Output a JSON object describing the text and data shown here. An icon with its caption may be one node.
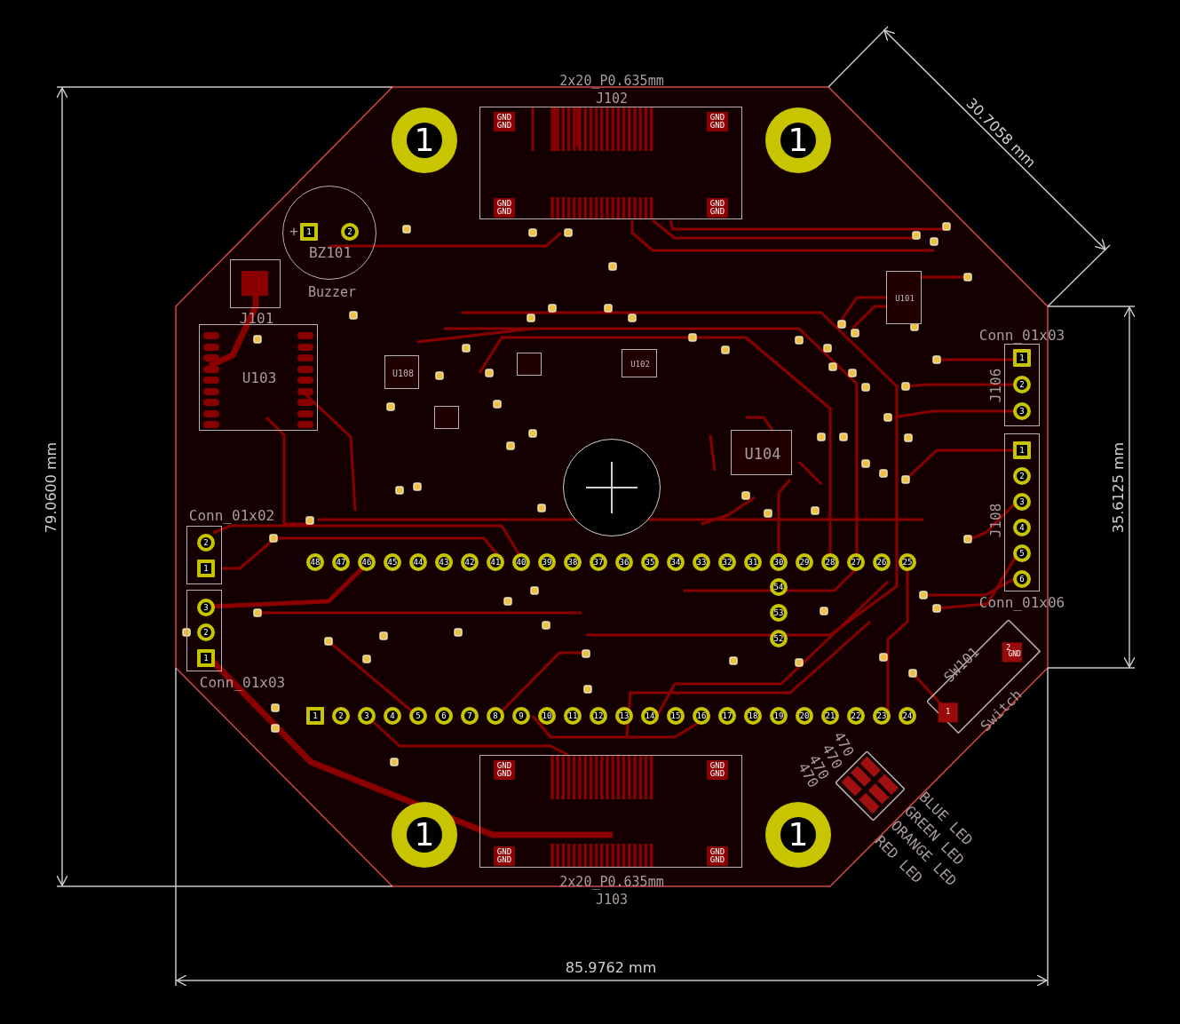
{
  "diagram": {
    "nodes": [
      {
        "text": [
          "2x20_P0.635mm",
          "J102"
        ]
      },
      {
        "text": [
          "BZ101",
          "Buzzer"
        ]
      },
      {
        "text": [
          "J101"
        ]
      },
      {
        "text": [
          "U103"
        ]
      },
      {
        "text": [
          "U108"
        ]
      },
      {
        "text": [],
        "shape": "box"
      },
      {
        "text": [],
        "shape": "box"
      },
      {
        "text": [
          "U102"
        ]
      },
      {
        "text": [
          "U101"
        ]
      },
      {
        "text": [
          "U104"
        ]
      },
      {
        "text": [
          "Conn_01x03",
          "J106"
        ]
      },
      {
        "text": [
          "J108",
          "Conn_01x06"
        ]
      },
      {
        "text": [
          "Conn_01x02"
        ]
      },
      {
        "text": [
          "Conn_01x03"
        ]
      },
      {
        "text": [
          "SW101",
          "Switch"
        ]
      },
      {
        "text": [],
        "shape": "diamond",
        "beside": [
          "BLUE LED",
          "GREEN LED",
          "ORANGE LED",
          "RED LED"
        ]
      },
      {
        "text": [
          "2x20_P0.635mm",
          "J103"
        ]
      },
      {
        "text": [],
        "shape": "circle"
      },
      {
        "text": [
          "1"
        ]
      },
      {
        "text": [
          "1"
        ]
      },
      {
        "text": [
          "1"
        ]
      },
      {
        "text": [
          "1"
        ]
      }
    ],
    "edges": [],
    "labels": [
      "30.7058 mm",
      "GND GND",
      "GND GND",
      "GND GND",
      "GND GND",
      "+",
      "1",
      "2",
      "35.6125 mm",
      "1",
      "2",
      "3",
      "1",
      "2",
      "3",
      "4",
      "5",
      "6",
      "2",
      "1",
      "3",
      "2",
      "1",
      "48",
      "47",
      "46",
      "45",
      "44",
      "43",
      "42",
      "41",
      "40",
      "39",
      "38",
      "37",
      "36",
      "35",
      "34",
      "33",
      "32",
      "31",
      "30",
      "29",
      "28",
      "27",
      "26",
      "25",
      "54",
      "53",
      "52",
      "1",
      "2",
      "3",
      "4",
      "5",
      "6",
      "7",
      "8",
      "9",
      "10",
      "11",
      "12",
      "13",
      "14",
      "15",
      "16",
      "17",
      "18",
      "19",
      "20",
      "21",
      "22",
      "23",
      "24",
      "2",
      "GND",
      "1",
      "470",
      "470",
      "470",
      "470",
      "GND GND",
      "GND GND",
      "GND GND",
      "GND GND",
      "79.0600 mm",
      "85.9762 mm"
    ]
  }
}
